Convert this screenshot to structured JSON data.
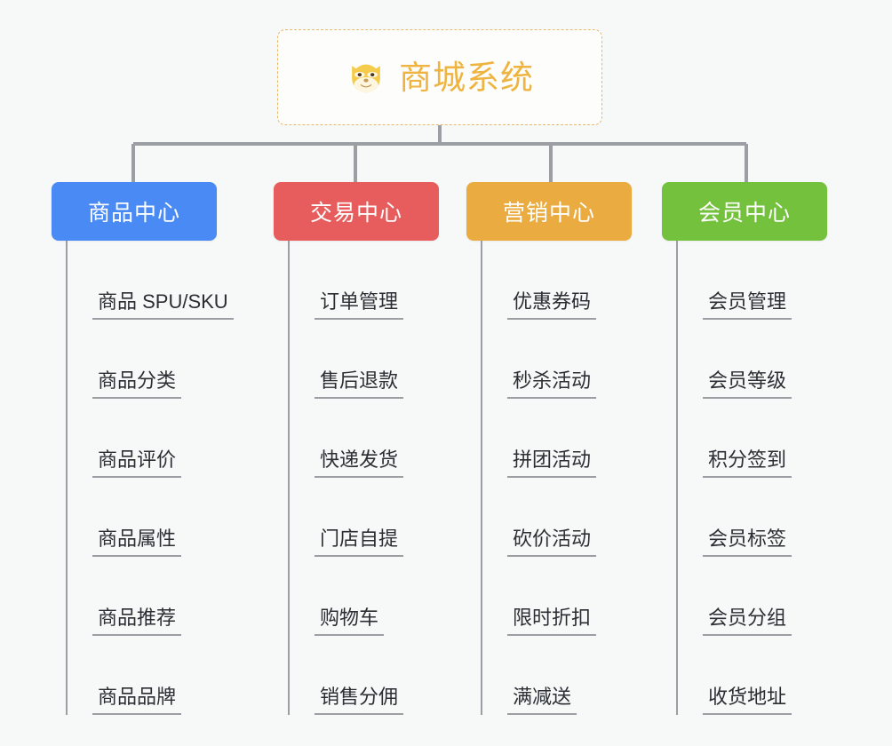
{
  "root": {
    "title": "商城系统",
    "emoji_name": "shiba-dog-face-emoji",
    "border_color": "#e8b96a",
    "text_color": "#eeb43f"
  },
  "branches": [
    {
      "label": "商品中心",
      "color": "#4a8af4",
      "items": [
        "商品 SPU/SKU",
        "商品分类",
        "商品评价",
        "商品属性",
        "商品推荐",
        "商品品牌"
      ]
    },
    {
      "label": "交易中心",
      "color": "#e75c5c",
      "items": [
        "订单管理",
        "售后退款",
        "快递发货",
        "门店自提",
        "购物车",
        "销售分佣"
      ]
    },
    {
      "label": "营销中心",
      "color": "#eaac40",
      "items": [
        "优惠券码",
        "秒杀活动",
        "拼团活动",
        "砍价活动",
        "限时折扣",
        "满减送"
      ]
    },
    {
      "label": "会员中心",
      "color": "#73c13d",
      "items": [
        "会员管理",
        "会员等级",
        "积分签到",
        "会员标签",
        "会员分组",
        "收货地址"
      ]
    }
  ],
  "connector_color": "#9b9fa3",
  "background_color": "#f7f8f8"
}
